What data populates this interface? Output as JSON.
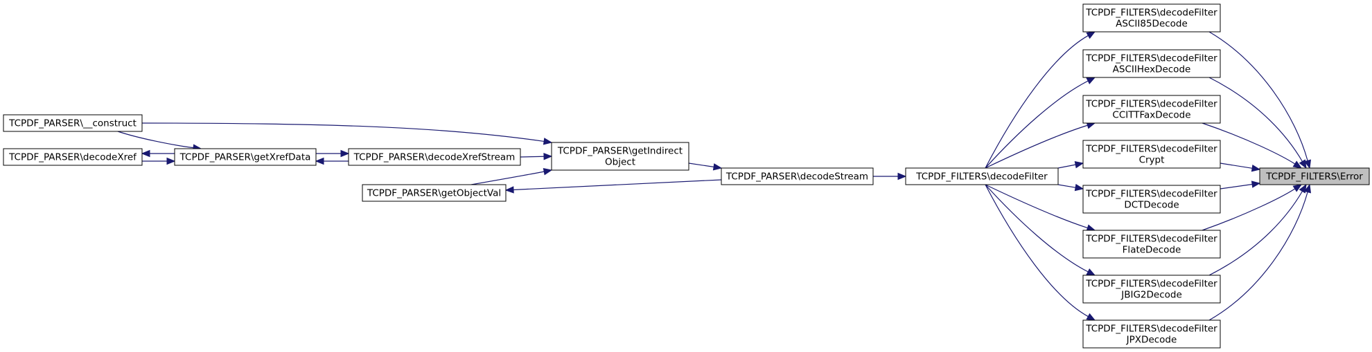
{
  "colors": {
    "edge": "#191970",
    "node_border": "#000000",
    "node_fill": "#ffffff",
    "highlight_fill": "#bfbfbf"
  },
  "nodes": [
    {
      "id": "construct",
      "lines": [
        "TCPDF_PARSER\\__construct"
      ]
    },
    {
      "id": "decodeXref",
      "lines": [
        "TCPDF_PARSER\\decodeXref"
      ]
    },
    {
      "id": "getXrefData",
      "lines": [
        "TCPDF_PARSER\\getXrefData"
      ]
    },
    {
      "id": "decodeXrefStream",
      "lines": [
        "TCPDF_PARSER\\decodeXrefStream"
      ]
    },
    {
      "id": "getObjectVal",
      "lines": [
        "TCPDF_PARSER\\getObjectVal"
      ]
    },
    {
      "id": "getIndirectObject",
      "lines": [
        "TCPDF_PARSER\\getIndirect",
        "Object"
      ]
    },
    {
      "id": "decodeStream",
      "lines": [
        "TCPDF_PARSER\\decodeStream"
      ]
    },
    {
      "id": "decodeFilter",
      "lines": [
        "TCPDF_FILTERS\\decodeFilter"
      ]
    },
    {
      "id": "ascii85",
      "lines": [
        "TCPDF_FILTERS\\decodeFilter",
        "ASCII85Decode"
      ]
    },
    {
      "id": "asciihex",
      "lines": [
        "TCPDF_FILTERS\\decodeFilter",
        "ASCIIHexDecode"
      ]
    },
    {
      "id": "ccittfax",
      "lines": [
        "TCPDF_FILTERS\\decodeFilter",
        "CCITTFaxDecode"
      ]
    },
    {
      "id": "crypt",
      "lines": [
        "TCPDF_FILTERS\\decodeFilter",
        "Crypt"
      ]
    },
    {
      "id": "dct",
      "lines": [
        "TCPDF_FILTERS\\decodeFilter",
        "DCTDecode"
      ]
    },
    {
      "id": "flate",
      "lines": [
        "TCPDF_FILTERS\\decodeFilter",
        "FlateDecode"
      ]
    },
    {
      "id": "jbig2",
      "lines": [
        "TCPDF_FILTERS\\decodeFilter",
        "JBIG2Decode"
      ]
    },
    {
      "id": "jpx",
      "lines": [
        "TCPDF_FILTERS\\decodeFilter",
        "JPXDecode"
      ]
    },
    {
      "id": "error",
      "lines": [
        "TCPDF_FILTERS\\Error"
      ],
      "highlight": true
    }
  ],
  "edges": [
    {
      "from": "construct",
      "to": "getIndirectObject"
    },
    {
      "from": "construct",
      "to": "getXrefData"
    },
    {
      "from": "getXrefData",
      "to": "decodeXref"
    },
    {
      "from": "decodeXref",
      "to": "getXrefData"
    },
    {
      "from": "getXrefData",
      "to": "decodeXrefStream"
    },
    {
      "from": "decodeXrefStream",
      "to": "getXrefData"
    },
    {
      "from": "decodeXrefStream",
      "to": "getIndirectObject"
    },
    {
      "from": "getObjectVal",
      "to": "getIndirectObject"
    },
    {
      "from": "getIndirectObject",
      "to": "decodeStream"
    },
    {
      "from": "decodeStream",
      "to": "getObjectVal"
    },
    {
      "from": "decodeStream",
      "to": "decodeFilter"
    },
    {
      "from": "decodeFilter",
      "to": "ascii85"
    },
    {
      "from": "decodeFilter",
      "to": "asciihex"
    },
    {
      "from": "decodeFilter",
      "to": "ccittfax"
    },
    {
      "from": "decodeFilter",
      "to": "crypt"
    },
    {
      "from": "decodeFilter",
      "to": "dct"
    },
    {
      "from": "decodeFilter",
      "to": "flate"
    },
    {
      "from": "decodeFilter",
      "to": "jbig2"
    },
    {
      "from": "decodeFilter",
      "to": "jpx"
    },
    {
      "from": "ascii85",
      "to": "error"
    },
    {
      "from": "asciihex",
      "to": "error"
    },
    {
      "from": "ccittfax",
      "to": "error"
    },
    {
      "from": "crypt",
      "to": "error"
    },
    {
      "from": "dct",
      "to": "error"
    },
    {
      "from": "flate",
      "to": "error"
    },
    {
      "from": "jbig2",
      "to": "error"
    },
    {
      "from": "jpx",
      "to": "error"
    }
  ]
}
